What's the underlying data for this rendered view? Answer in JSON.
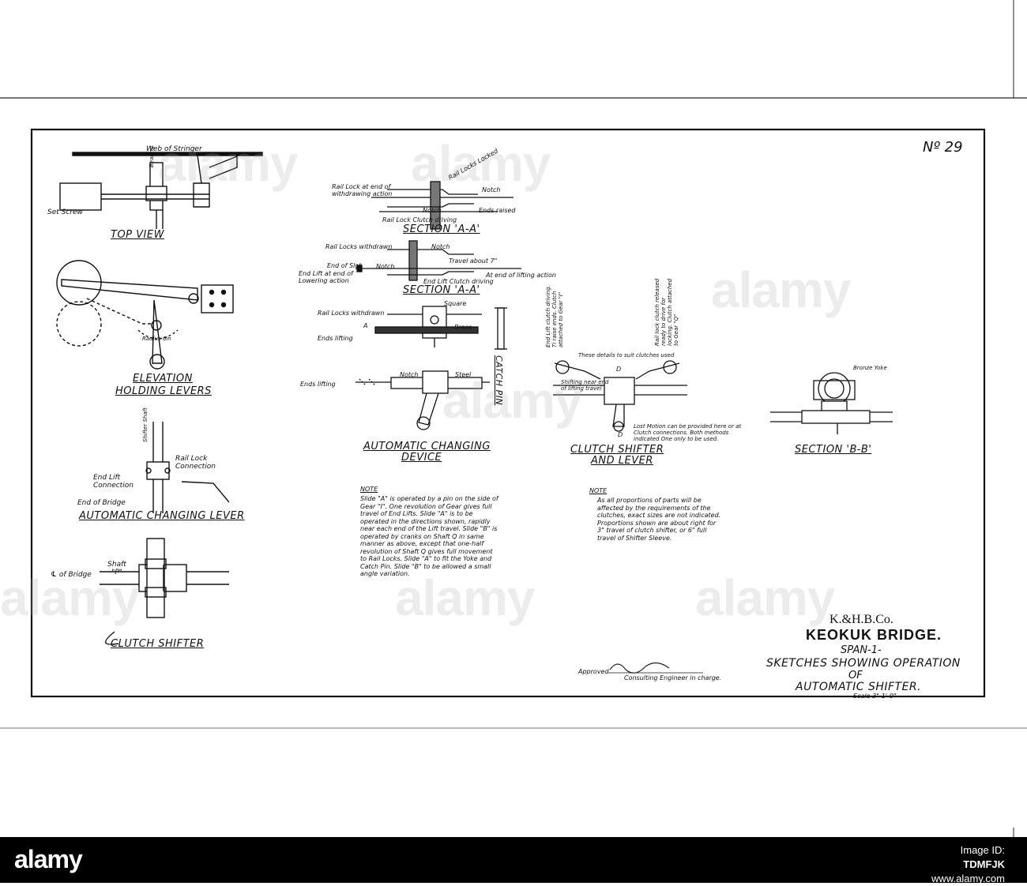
{
  "sheet": {
    "number": "Nº 29",
    "company": "K.&H.B.Co.",
    "bridge": "KEOKUK BRIDGE.",
    "span": "SPAN-1-",
    "subtitle1": "SKETCHES SHOWING OPERATION",
    "subtitle2": "OF",
    "subtitle3": "AUTOMATIC SHIFTER.",
    "scale": "Scale 3\"-1'-0\"",
    "approved": "Approved",
    "engineer": "Consulting Engineer in charge."
  },
  "titles": {
    "top_view": "TOP VIEW",
    "elevation": "ELEVATION",
    "holding_levers": "HOLDING LEVERS",
    "auto_changing_lever": "AUTOMATIC CHANGING LEVER",
    "clutch_shifter": "CLUTCH SHIFTER",
    "section_aa_1": "SECTION 'A-A'",
    "section_aa_2": "SECTION 'A-A'",
    "auto_changing_device_1": "AUTOMATIC CHANGING",
    "auto_changing_device_2": "DEVICE",
    "clutch_shifter_lever_1": "CLUTCH SHIFTER",
    "clutch_shifter_lever_2": "AND LEVER",
    "section_bb": "SECTION 'B-B'",
    "catch_pin": "CATCH PIN"
  },
  "labels": {
    "web_of_stringer": "Web of Stringer",
    "set_screw": "Set Screw",
    "bearing": "Bearing",
    "radius": "Radius 6in",
    "shifter_shaft": "Shifter Shaft",
    "rail_lock_connection": "Rail Lock Connection",
    "end_lift_connection": "End Lift Connection",
    "end_of_bridge": "End of Bridge",
    "cl_of_bridge": "℄ of Bridge",
    "shaft_p": "Shaft \"P\"",
    "rail_lock_end": "Rail Lock at end of withdrawing action",
    "rail_locks_locked": "Rail Locks Locked",
    "notch": "Notch",
    "ends_raised": "Ends raised",
    "rail_lock_clutch": "Rail Lock Clutch driving",
    "rail_locks_withdrawn": "Rail Locks withdrawn",
    "travel_about": "Travel about 7\"",
    "end_of_slot": "End of Slot",
    "end_lift_lowering": "End Lift at end of Lowering action",
    "end_lift_clutch": "End Lift Clutch driving",
    "at_end_lifting": "At end of lifting action",
    "square": "Square",
    "brass": "Brass",
    "ends_lifting": "Ends lifting",
    "a_mark": "A",
    "steel": "Steel",
    "these_details": "These details to suit clutches used",
    "shifting_near_end": "Shifting near end of lifting travel",
    "lost_motion": "Lost Motion can be provided here or at Clutch connections. Both methods indicated One only to be used.",
    "end_lift_clutch_driving": "End Lift clutch driving. Ti raise ends. Clutch attached to Gear \"I\"",
    "rail_lock_clutch_released": "Rail lock clutch released ready to drive for locking. Clutch attached to Gear \"Q\"",
    "bronze_yoke": "Bronze Yoke",
    "d_mark": "D"
  },
  "notes": {
    "note_left_title": "NOTE",
    "note_left": "Slide \"A\" is operated by a pin on the side of Gear \"I\". One revolution of Gear gives full travel of End Lifts. Slide \"A\" is to be operated in the directions shown, rapidly near each end of the Lift travel. Slide \"B\" is operated by cranks on Shaft Q in same manner as above, except that one-half revolution of Shaft Q gives full movement to Rail Locks. Slide \"A\" to fit the Yoke and Catch Pin. Slide \"B\" to be allowed a small angle variation.",
    "note_right_title": "NOTE",
    "note_right": "As all proportions of parts will be affected by the requirements of the clutches, exact sizes are not indicated. Proportions shown are about right for 3\" travel of clutch shifter, or 6\" full travel of Shifter Sleeve."
  },
  "watermark": "alamy",
  "footer": {
    "logo": "alamy",
    "image_id_label": "Image ID:",
    "image_id": "TDMFJK",
    "site": "www.alamy.com"
  }
}
